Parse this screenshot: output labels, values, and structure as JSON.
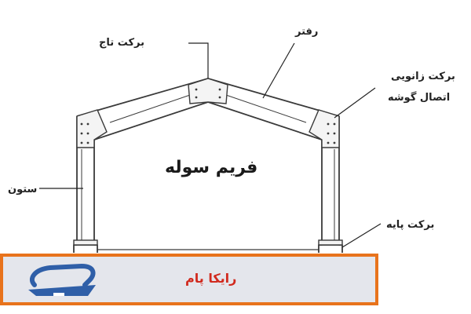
{
  "diagram": {
    "title": "فریم سوله",
    "labels": {
      "crown_bracket": "برکت تاج",
      "rafter": "رفتر",
      "knee_bracket_line1": "برکت زانویی",
      "knee_bracket_line2": "اتصال گوشه",
      "column": "ستون",
      "base_bracket": "برکت پایه"
    }
  },
  "banner": {
    "brand_name": "رایکا پام"
  },
  "colors": {
    "line": "#3a3a3a",
    "plate_fill": "#f4f4f4",
    "banner_bg": "#e4e6ec",
    "banner_border": "#e8731c",
    "brand_text": "#d12a1e",
    "logo_blue": "#2f5fa8"
  }
}
